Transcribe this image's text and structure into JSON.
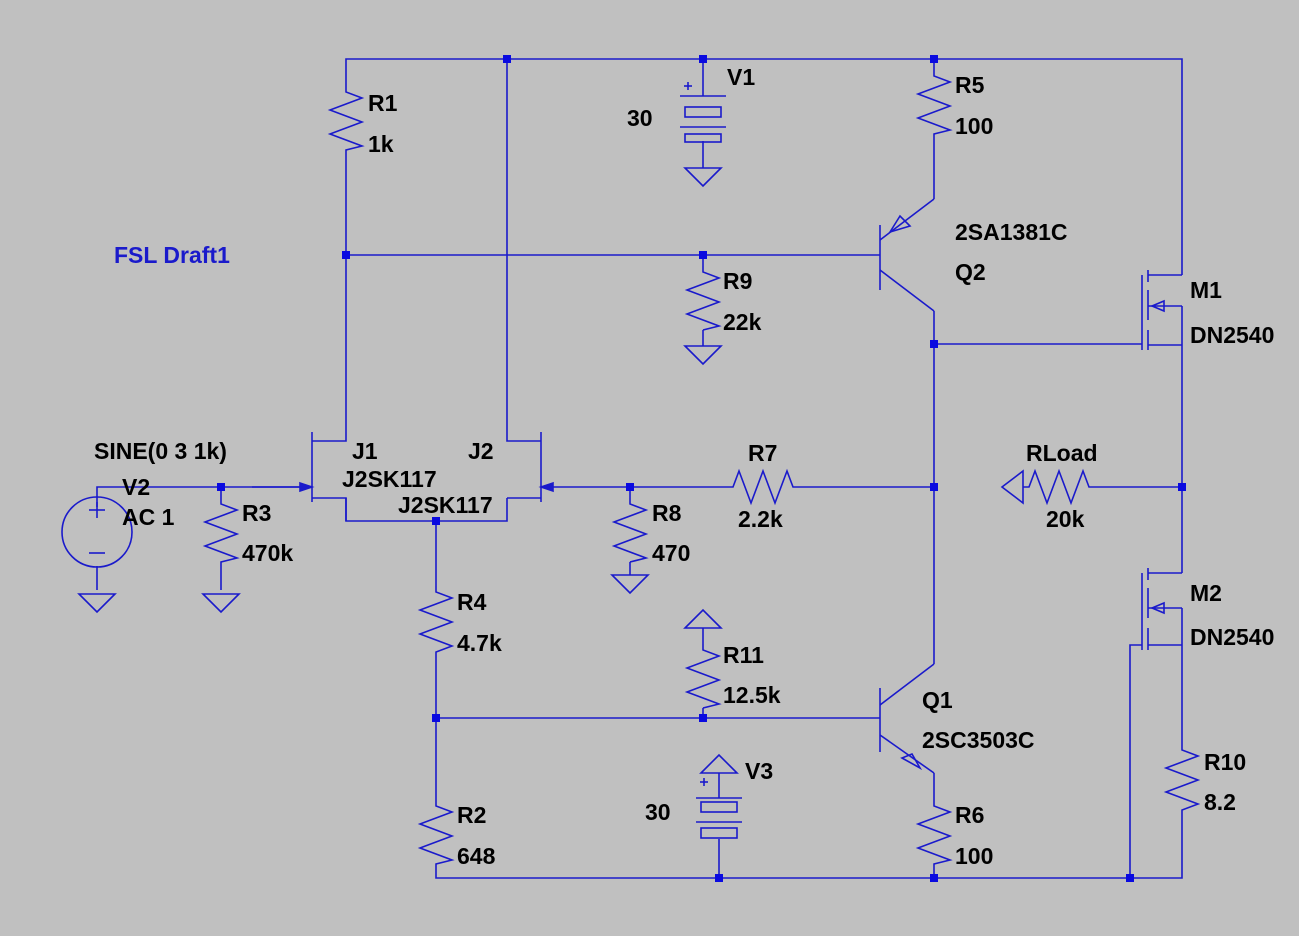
{
  "schematic": {
    "background": "#c0c0c0",
    "wire_color": "#1a1acb",
    "note": "FSL Draft1",
    "components": {
      "R1": {
        "name": "R1",
        "value": "1k"
      },
      "R2": {
        "name": "R2",
        "value": "648"
      },
      "R3": {
        "name": "R3",
        "value": "470k"
      },
      "R4": {
        "name": "R4",
        "value": "4.7k"
      },
      "R5": {
        "name": "R5",
        "value": "100"
      },
      "R6": {
        "name": "R6",
        "value": "100"
      },
      "R7": {
        "name": "R7",
        "value": "2.2k"
      },
      "R8": {
        "name": "R8",
        "value": "470"
      },
      "R9": {
        "name": "R9",
        "value": "22k"
      },
      "R10": {
        "name": "R10",
        "value": "8.2"
      },
      "R11": {
        "name": "R11",
        "value": "12.5k"
      },
      "RLoad": {
        "name": "RLoad",
        "value": "20k"
      },
      "V1": {
        "name": "V1",
        "value": "30"
      },
      "V2": {
        "name": "V2",
        "value": "SINE(0 3 1k)",
        "ac": "AC 1"
      },
      "V3": {
        "name": "V3",
        "value": "30"
      },
      "J1": {
        "name": "J1",
        "model": "J2SK117"
      },
      "J2": {
        "name": "J2",
        "model": "J2SK117"
      },
      "Q1": {
        "name": "Q1",
        "model": "2SC3503C"
      },
      "Q2": {
        "name": "Q2",
        "model": "2SA1381C"
      },
      "M1": {
        "name": "M1",
        "model": "DN2540"
      },
      "M2": {
        "name": "M2",
        "model": "DN2540"
      }
    }
  }
}
